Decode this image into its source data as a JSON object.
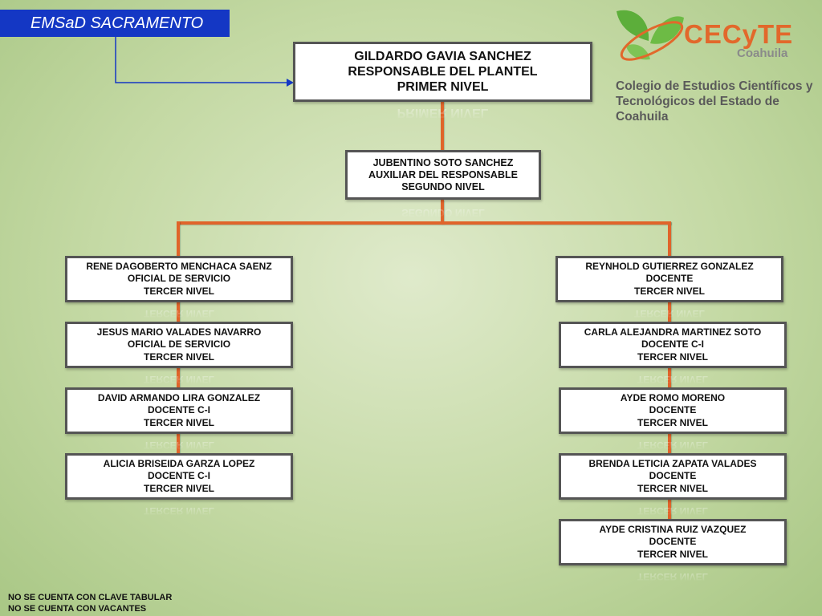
{
  "title": "EMSaD SACRAMENTO",
  "logo": {
    "name": "CECyTE",
    "state": "Coahuila",
    "desc_line1": "Colegio de Estudios Científicos y",
    "desc_line2": "Tecnológicos del Estado de Coahuila"
  },
  "nodes": {
    "director": [
      "GILDARDO GAVIA SANCHEZ",
      "RESPONSABLE DEL PLANTEL",
      "PRIMER NIVEL"
    ],
    "assistant": [
      "JUBENTINO SOTO SANCHEZ",
      "AUXILIAR DEL  RESPONSABLE",
      "SEGUNDO NIVEL"
    ],
    "left": [
      [
        "RENE DAGOBERTO MENCHACA SAENZ",
        "OFICIAL DE SERVICIO",
        "TERCER NIVEL"
      ],
      [
        "JESUS MARIO  VALADES  NAVARRO",
        "OFICIAL DE SERVICIO",
        "TERCER NIVEL"
      ],
      [
        "DAVID ARMANDO LIRA GONZALEZ",
        "DOCENTE C-I",
        "TERCER NIVEL"
      ],
      [
        "ALICIA BRISEIDA GARZA LOPEZ",
        "DOCENTE C-I",
        "TERCER NIVEL"
      ]
    ],
    "right": [
      [
        "REYNHOLD GUTIERREZ GONZALEZ",
        "DOCENTE",
        "TERCER NIVEL"
      ],
      [
        "CARLA ALEJANDRA MARTINEZ SOTO",
        "DOCENTE C-I",
        "TERCER NIVEL"
      ],
      [
        "AYDE ROMO MORENO",
        "DOCENTE",
        "TERCER NIVEL"
      ],
      [
        "BRENDA LETICIA ZAPATA VALADES",
        "DOCENTE",
        "TERCER NIVEL"
      ],
      [
        "AYDE CRISTINA RUIZ VAZQUEZ",
        "DOCENTE",
        "TERCER NIVEL"
      ]
    ]
  },
  "footer": {
    "line1": "NO SE CUENTA CON CLAVE TABULAR",
    "line2": "NO SE CUENTA CON VACANTES"
  },
  "colors": {
    "title_bg": "#1437c4",
    "connector": "#e0642a",
    "arrow": "#1437c4",
    "logo_orange": "#e2682b",
    "logo_green": "#5cae3a"
  }
}
